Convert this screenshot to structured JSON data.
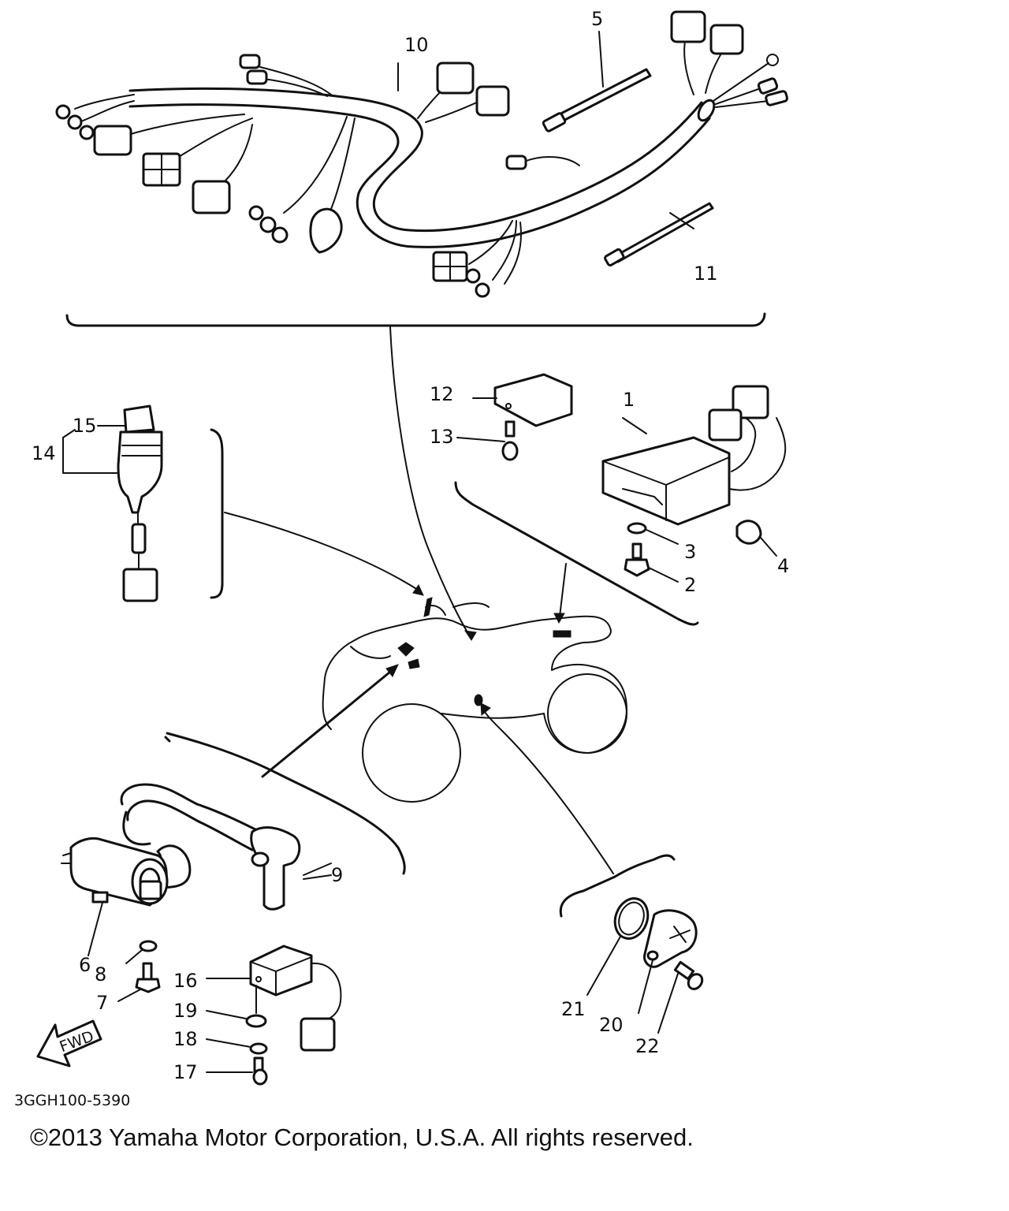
{
  "diagram": {
    "drawing_code": "3GGH100-5390",
    "fwd_label": "FWD",
    "callouts": {
      "c1": "1",
      "c2": "2",
      "c3": "3",
      "c4": "4",
      "c5": "5",
      "c6": "6",
      "c7": "7",
      "c8": "8",
      "c9": "9",
      "c10": "10",
      "c11": "11",
      "c12": "12",
      "c13": "13",
      "c14": "14",
      "c15": "15",
      "c16": "16",
      "c17": "17",
      "c18": "18",
      "c19": "19",
      "c20": "20",
      "c21": "21",
      "c22": "22"
    }
  },
  "footer": {
    "copyright": "©2013 Yamaha Motor Corporation, U.S.A. All rights reserved."
  }
}
